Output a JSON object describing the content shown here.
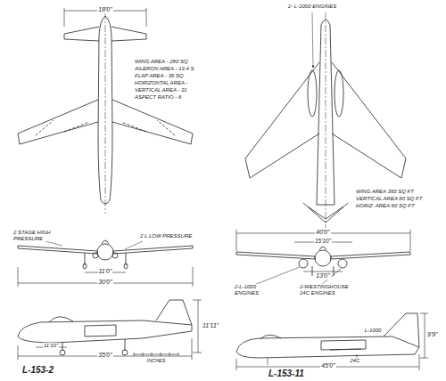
{
  "diagram": {
    "labels": [
      "18'0\"",
      "WING AREA - 280 SQ",
      "AILERON AREA - 13.4 S",
      "FLAP AREA - 36 SQ",
      "HORIZONTAL AREA -",
      "VERTICAL AREA - 31",
      "ASPECT RATIO - 6",
      "2 STAGE HIGH PRESSURE",
      "2 L LOW PRESSURE",
      "11'0\"",
      "30'0\"",
      "11'11\"",
      "11'10\"",
      "35'0\"",
      "L-153-2",
      "INCHES",
      "2- L-1000 ENGINES",
      "WING AREA 360 SQ FT",
      "VERTICAL AREA 60 SQ FT",
      "HORIZ. AREA 60 SQ FT",
      "40'0\"",
      "15'10\"",
      "13'0\"",
      "2-L-1000 ENGINES",
      "2-WESTINGHOUSE 24C ENGINES",
      "L-1000",
      "24C",
      "9'9\"",
      "45'0\"",
      "L-153-11"
    ]
  }
}
